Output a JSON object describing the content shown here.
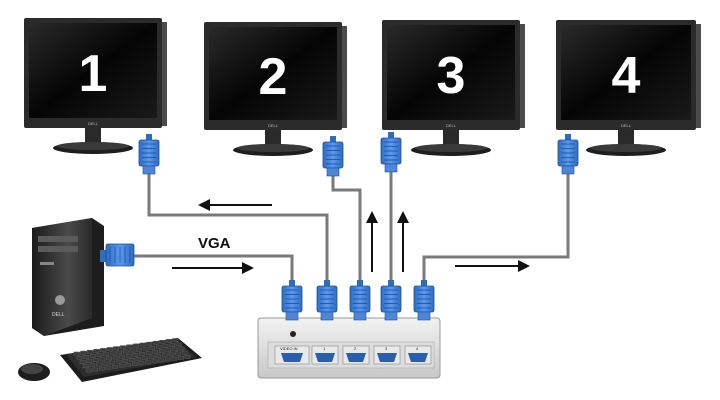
{
  "monitors": [
    {
      "number": "1",
      "brand": "DELL"
    },
    {
      "number": "2",
      "brand": "DELL"
    },
    {
      "number": "3",
      "brand": "DELL"
    },
    {
      "number": "4",
      "brand": "DELL"
    }
  ],
  "computer": {
    "brand": "DELL"
  },
  "cable_label": "VGA",
  "splitter": {
    "input_label": "VIDEO IN",
    "output_labels": [
      "1",
      "2",
      "3",
      "4"
    ]
  },
  "colors": {
    "cable": "#7a7a7a",
    "connector": "#3d7fd6",
    "screen": "#111111",
    "bezel": "#2b2b2b",
    "arrow": "#111111"
  }
}
